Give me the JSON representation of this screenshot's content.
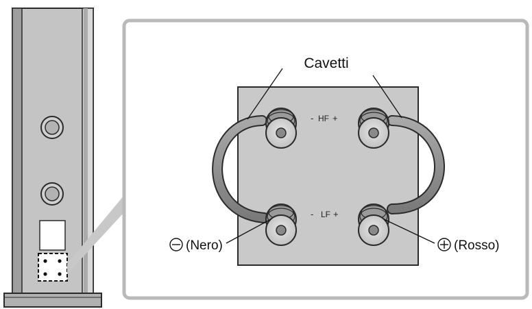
{
  "labels": {
    "cables": "Cavetti",
    "negative": "(Nero)",
    "positive": "(Rosso)",
    "hf": "HF",
    "lf": "LF",
    "minus": "-",
    "plus": "+"
  },
  "colors": {
    "speaker_body": "#c4c4c4",
    "callout_frame": "#b9b9b9",
    "terminal_plate": "#c9c9c9",
    "cable": "#8e8e8e",
    "outline": "#2a2a2a"
  }
}
